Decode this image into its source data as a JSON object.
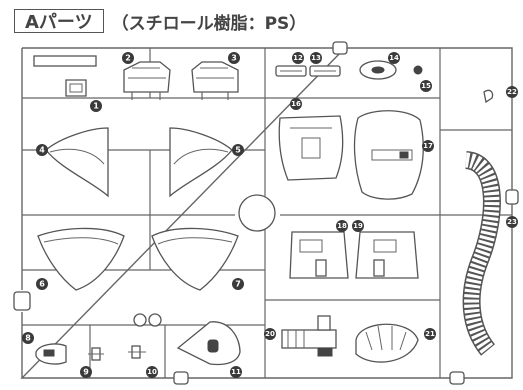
{
  "header": {
    "tag": "Aパーツ",
    "subtitle": "（スチロール樹脂：PS）"
  },
  "part_numbers": [
    "1",
    "2",
    "3",
    "4",
    "5",
    "6",
    "7",
    "8",
    "9",
    "10",
    "11",
    "12",
    "13",
    "14",
    "15",
    "16",
    "17",
    "18",
    "19",
    "20",
    "21",
    "22",
    "23"
  ],
  "accent_color": "#3a3a3a"
}
